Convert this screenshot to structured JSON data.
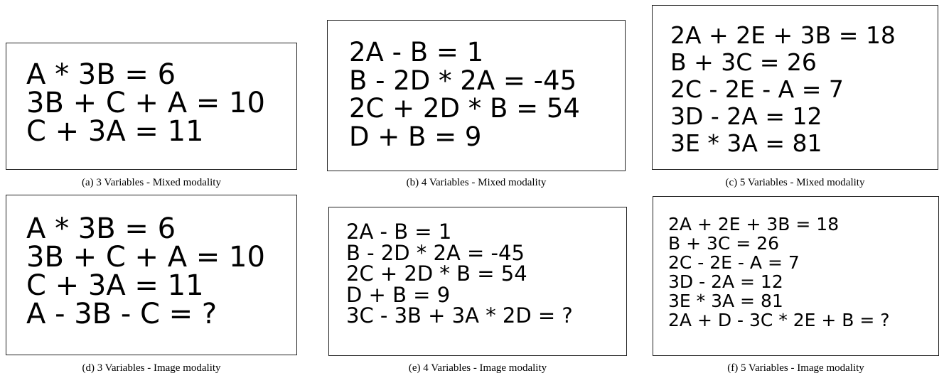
{
  "panels": [
    {
      "equations": [
        "A * 3B = 6",
        "3B + C + A = 10",
        "C + 3A = 11"
      ],
      "caption": "(a) 3 Variables - Mixed modality"
    },
    {
      "equations": [
        "2A - B = 1",
        "B - 2D * 2A = -45",
        "2C + 2D * B = 54",
        "D + B = 9"
      ],
      "caption": "(b) 4 Variables - Mixed modality"
    },
    {
      "equations": [
        "2A + 2E + 3B = 18",
        "B + 3C = 26",
        "2C - 2E - A = 7",
        "3D - 2A = 12",
        "3E * 3A = 81"
      ],
      "caption": "(c) 5 Variables - Mixed modality"
    },
    {
      "equations": [
        "A * 3B = 6",
        "3B + C + A = 10",
        "C + 3A = 11",
        "A - 3B - C = ?"
      ],
      "caption": "(d) 3 Variables - Image modality"
    },
    {
      "equations": [
        "2A - B = 1",
        "B - 2D * 2A = -45",
        "2C + 2D * B = 54",
        "D + B = 9",
        "3C - 3B + 3A * 2D = ?"
      ],
      "caption": "(e) 4 Variables - Image modality"
    },
    {
      "equations": [
        "2A + 2E + 3B = 18",
        "B + 3C = 26",
        "2C - 2E - A = 7",
        "3D - 2A = 12",
        "3E * 3A = 81",
        "2A + D - 3C * 2E + B = ?"
      ],
      "caption": "(f) 5 Variables - Image modality"
    }
  ]
}
